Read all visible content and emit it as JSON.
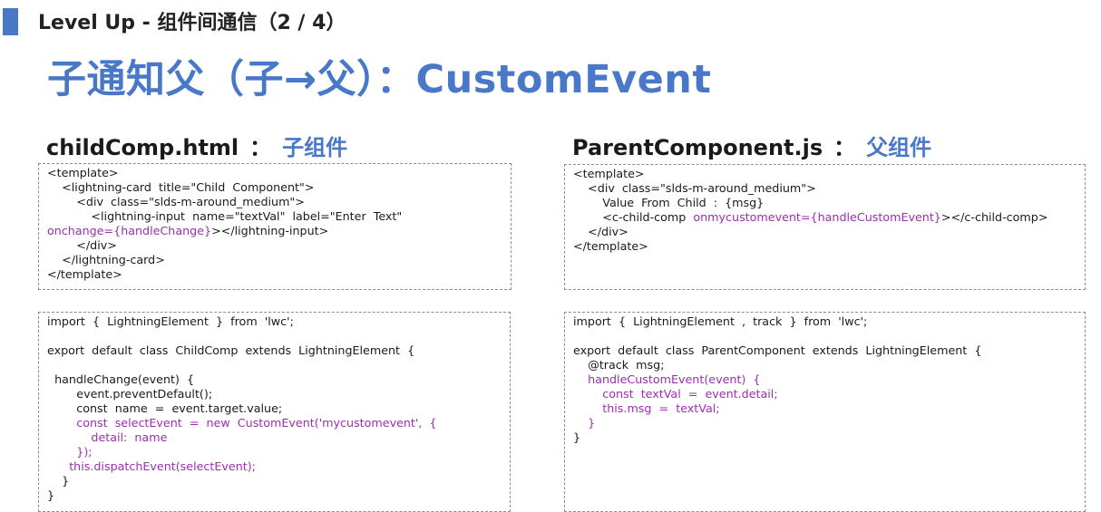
{
  "header": {
    "title": "Level Up - 组件间通信（2 / 4）"
  },
  "main_title": "子通知父（子→父）：CustomEvent",
  "left": {
    "file": "childComp.html",
    "separator": "：",
    "label": "子组件",
    "template_code": [
      [
        [
          "<template>",
          false
        ]
      ],
      [
        [
          "    <lightning-card  title=\"Child  Component\">",
          false
        ]
      ],
      [
        [
          "        <div  class=\"slds-m-around_medium\">",
          false
        ]
      ],
      [
        [
          "            <lightning-input  name=\"textVal\"  label=\"Enter  Text\"",
          false
        ]
      ],
      [
        [
          "onchange={handleChange}",
          true
        ],
        [
          "></lightning-input>",
          false
        ]
      ],
      [
        [
          "        </div>",
          false
        ]
      ],
      [
        [
          "    </lightning-card>",
          false
        ]
      ],
      [
        [
          "</template>",
          false
        ]
      ]
    ],
    "js_code": [
      [
        [
          "import  {  LightningElement  }  from  'lwc';",
          false
        ]
      ],
      [
        [
          "",
          false
        ]
      ],
      [
        [
          "export  default  class  ChildComp  extends  LightningElement  {",
          false
        ]
      ],
      [
        [
          "",
          false
        ]
      ],
      [
        [
          "  handleChange(event)  {",
          false
        ]
      ],
      [
        [
          "        event.preventDefault();",
          false
        ]
      ],
      [
        [
          "        const  name  =  event.target.value;",
          false
        ]
      ],
      [
        [
          "        const  selectEvent  =  new  CustomEvent('mycustomevent',  {",
          true
        ]
      ],
      [
        [
          "            detail:  name",
          true
        ]
      ],
      [
        [
          "        });",
          true
        ]
      ],
      [
        [
          "      this.dispatchEvent(selectEvent);",
          true
        ]
      ],
      [
        [
          "    }",
          false
        ]
      ],
      [
        [
          "}",
          false
        ]
      ]
    ]
  },
  "right": {
    "file": "ParentComponent.js",
    "separator": "：",
    "label": "父组件",
    "template_code": [
      [
        [
          "<template>",
          false
        ]
      ],
      [
        [
          "    <div  class=\"slds-m-around_medium\">",
          false
        ]
      ],
      [
        [
          "        Value  From  Child  :  {msg}",
          false
        ]
      ],
      [
        [
          "        <c-child-comp  ",
          false
        ],
        [
          "onmycustomevent={handleCustomEvent}",
          true
        ],
        [
          "></c-child-comp>",
          false
        ]
      ],
      [
        [
          "    </div>",
          false
        ]
      ],
      [
        [
          "</template>",
          false
        ]
      ]
    ],
    "js_code": [
      [
        [
          "import  {  LightningElement  ,  track  }  from  'lwc';",
          false
        ]
      ],
      [
        [
          "",
          false
        ]
      ],
      [
        [
          "export  default  class  ParentComponent  extends  LightningElement  {",
          false
        ]
      ],
      [
        [
          "    @track  msg;",
          false
        ]
      ],
      [
        [
          "    handleCustomEvent(event)  {",
          true
        ]
      ],
      [
        [
          "        const  textVal  =  event.detail;",
          true
        ]
      ],
      [
        [
          "        this.msg  =  textVal;",
          true
        ]
      ],
      [
        [
          "    }",
          true
        ]
      ],
      [
        [
          "}",
          false
        ]
      ]
    ]
  }
}
